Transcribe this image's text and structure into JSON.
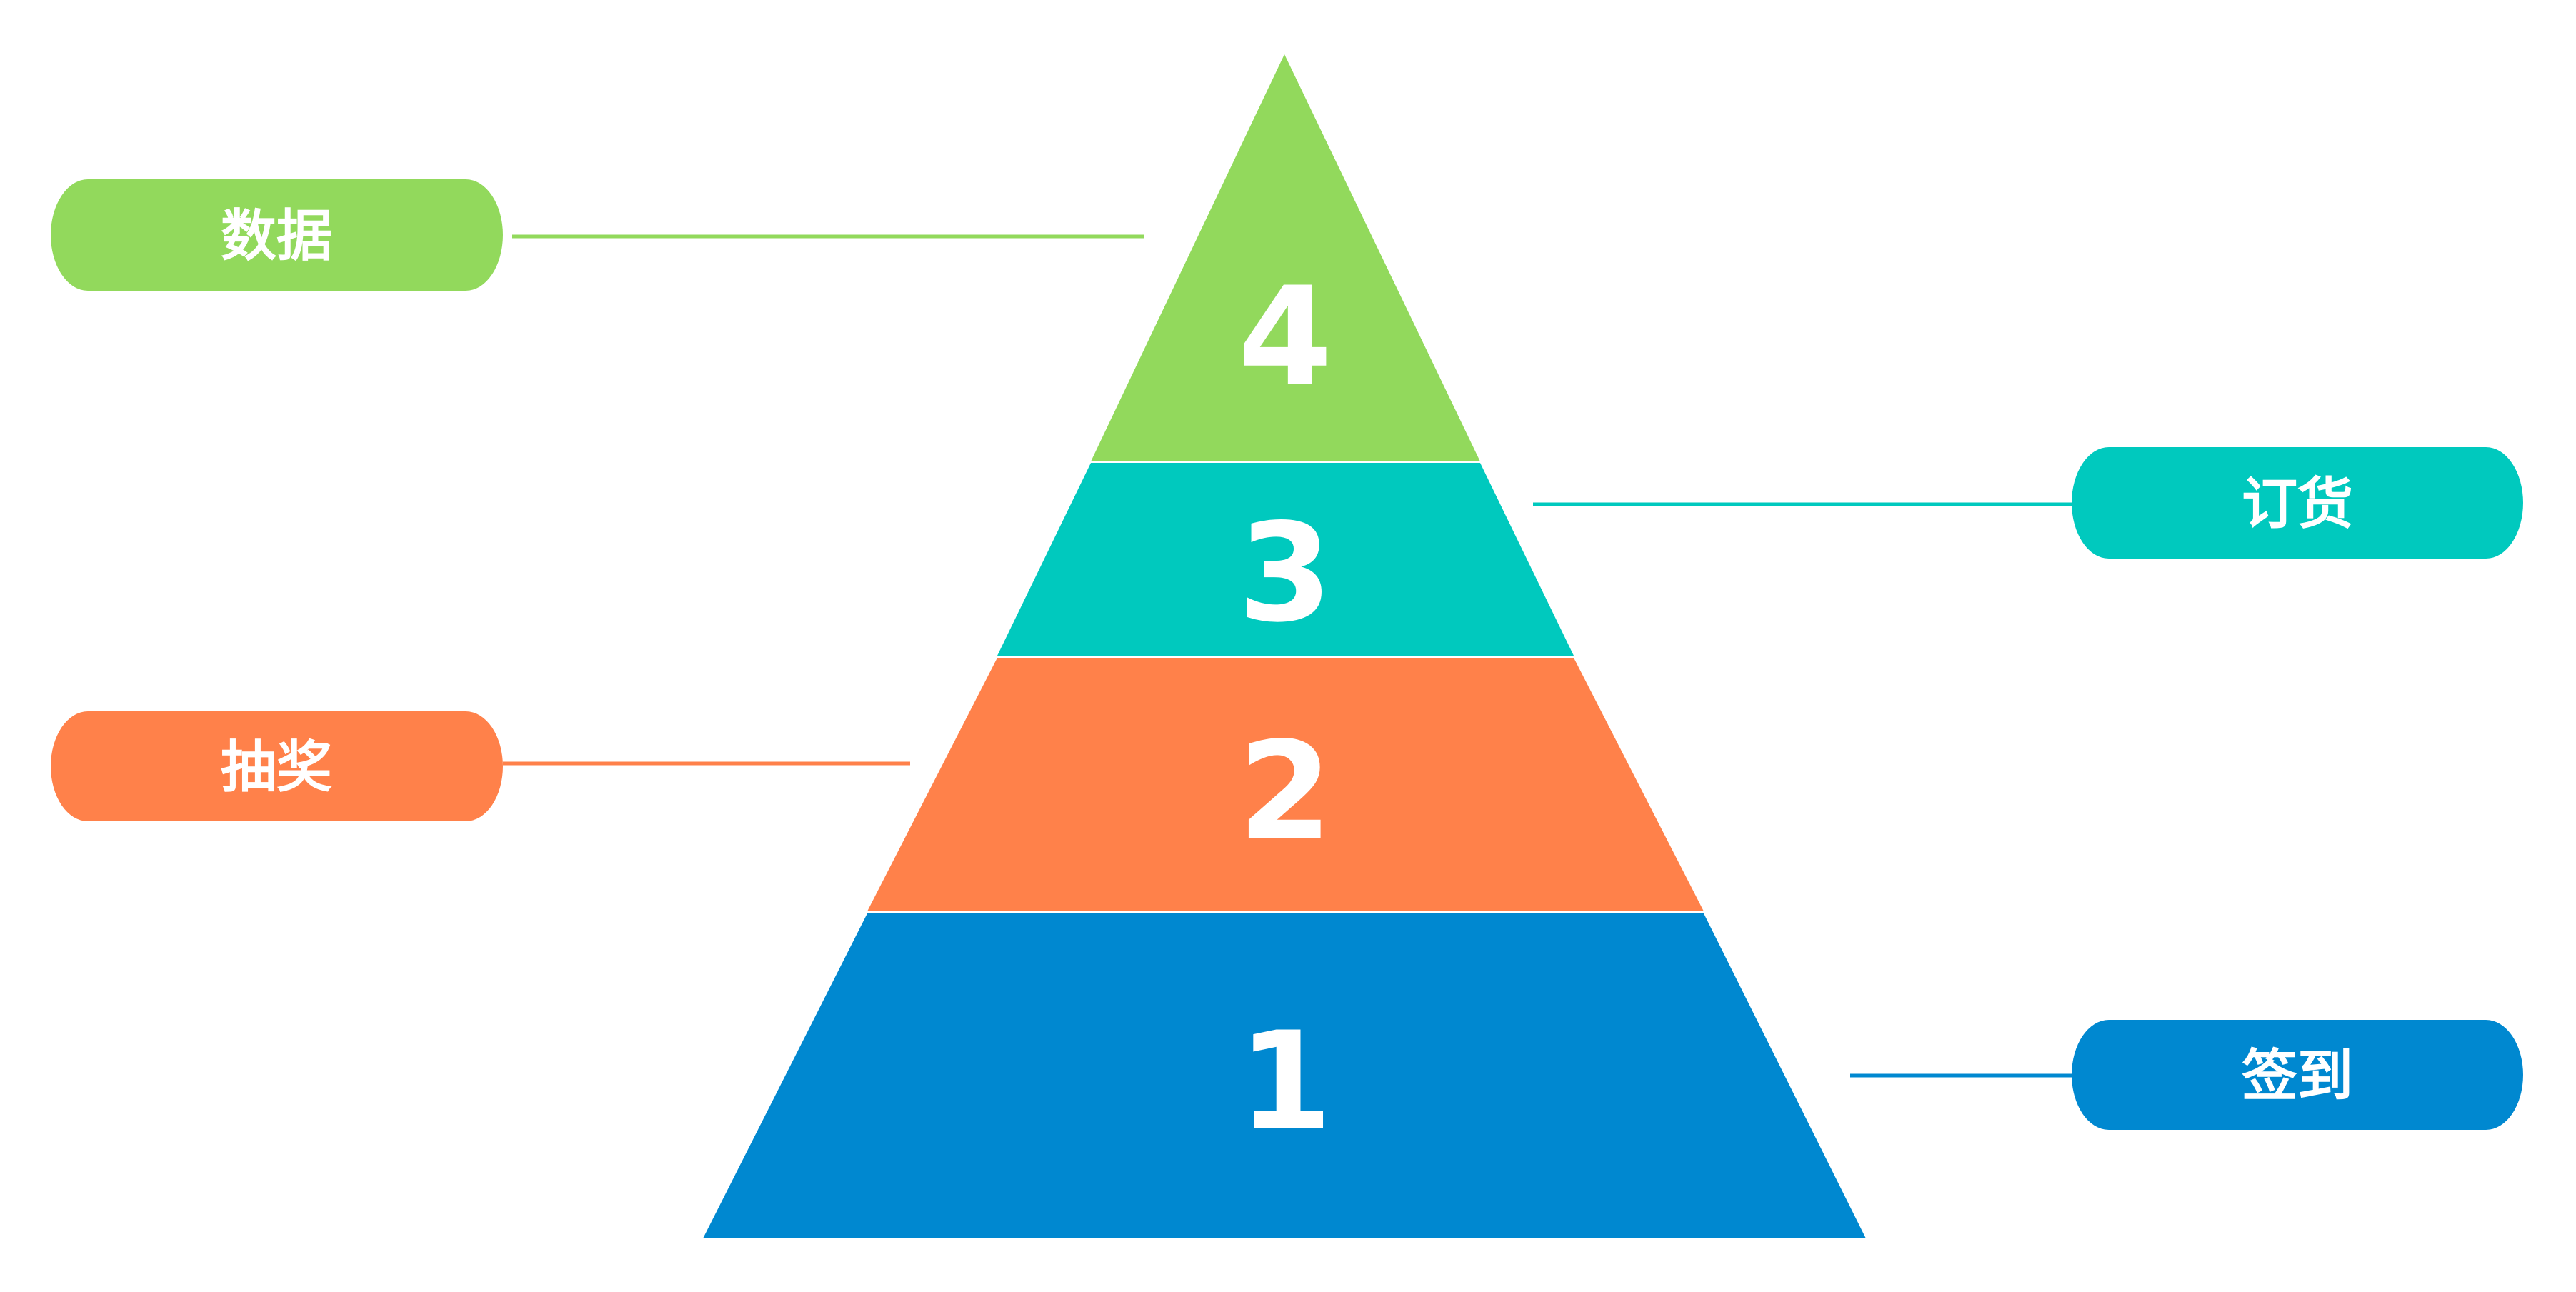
{
  "title": "Pyramid diagram",
  "levels": [
    {
      "number": "4",
      "label": "数据",
      "color": "#92D95C"
    },
    {
      "number": "3",
      "label": "订货",
      "color": "#00C9BE"
    },
    {
      "number": "2",
      "label": "抽奖",
      "color": "#FF814A"
    },
    {
      "number": "1",
      "label": "签到",
      "color": "#0088D0"
    }
  ]
}
